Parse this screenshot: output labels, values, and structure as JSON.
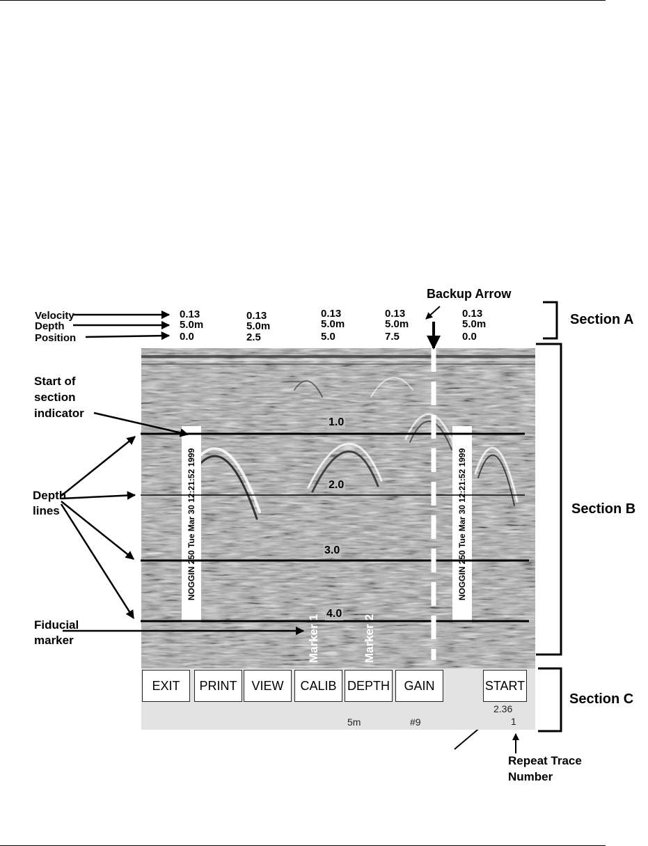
{
  "annotations": {
    "backup_arrow": "Backup Arrow",
    "velocity": "Velocity",
    "depth": "Depth",
    "position": "Position",
    "start_of_section": [
      "Start of",
      "section",
      "indicator"
    ],
    "depth_lines": [
      "Depth",
      "lines"
    ],
    "fiducial": [
      "Fiducial",
      "marker"
    ],
    "repeat_trace": [
      "Repeat Trace",
      "Number"
    ]
  },
  "sections": {
    "a": "Section A",
    "b": "Section B",
    "c": "Section C"
  },
  "header_columns": [
    {
      "velocity": "0.13",
      "depth": "5.0m",
      "position": "0.0"
    },
    {
      "velocity": "0.13",
      "depth": "5.0m",
      "position": "2.5"
    },
    {
      "velocity": "0.13",
      "depth": "5.0m",
      "position": "5.0"
    },
    {
      "velocity": "0.13",
      "depth": "5.0m",
      "position": "7.5"
    },
    {
      "velocity": "0.13",
      "depth": "5.0m",
      "position": "0.0"
    }
  ],
  "radargram": {
    "depth_lines": [
      "1.0",
      "2.0",
      "3.0",
      "4.0"
    ],
    "section_label": "NOGGIN 250 Tue Mar 30 12:21:52 1999",
    "markers": [
      "Marker 1",
      "Marker 2"
    ]
  },
  "toolbar": {
    "buttons": [
      "EXIT",
      "PRINT",
      "VIEW",
      "CALIB",
      "DEPTH",
      "GAIN"
    ],
    "start": "START"
  },
  "status": {
    "depth": "5m",
    "gain": "#9",
    "value": "2.36",
    "repeat_trace": "1"
  }
}
